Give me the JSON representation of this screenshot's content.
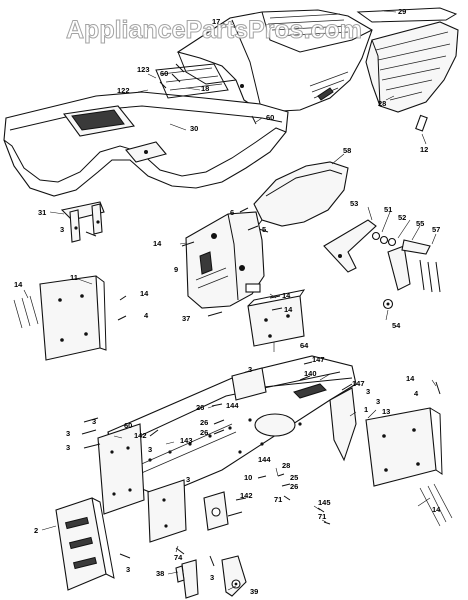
{
  "watermark": "AppliancePartsPros.com",
  "callouts": [
    {
      "label": "17"
    },
    {
      "label": "29"
    },
    {
      "label": "123"
    },
    {
      "label": "60"
    },
    {
      "label": "122"
    },
    {
      "label": "18"
    },
    {
      "label": "28"
    },
    {
      "label": "30"
    },
    {
      "label": "60"
    },
    {
      "label": "12"
    },
    {
      "label": "58"
    },
    {
      "label": "31"
    },
    {
      "label": "3"
    },
    {
      "label": "6"
    },
    {
      "label": "5"
    },
    {
      "label": "14"
    },
    {
      "label": "9"
    },
    {
      "label": "53"
    },
    {
      "label": "51"
    },
    {
      "label": "52"
    },
    {
      "label": "55"
    },
    {
      "label": "57"
    },
    {
      "label": "11"
    },
    {
      "label": "14"
    },
    {
      "label": "14"
    },
    {
      "label": "4"
    },
    {
      "label": "14"
    },
    {
      "label": "37"
    },
    {
      "label": "14"
    },
    {
      "label": "64"
    },
    {
      "label": "54"
    },
    {
      "label": "147"
    },
    {
      "label": "3"
    },
    {
      "label": "140"
    },
    {
      "label": "147"
    },
    {
      "label": "3"
    },
    {
      "label": "14"
    },
    {
      "label": "4"
    },
    {
      "label": "3"
    },
    {
      "label": "26"
    },
    {
      "label": "144"
    },
    {
      "label": "26"
    },
    {
      "label": "26"
    },
    {
      "label": "1"
    },
    {
      "label": "13"
    },
    {
      "label": "3"
    },
    {
      "label": "60"
    },
    {
      "label": "3"
    },
    {
      "label": "142"
    },
    {
      "label": "143"
    },
    {
      "label": "3"
    },
    {
      "label": "3"
    },
    {
      "label": "144"
    },
    {
      "label": "28"
    },
    {
      "label": "10"
    },
    {
      "label": "25"
    },
    {
      "label": "26"
    },
    {
      "label": "3"
    },
    {
      "label": "142"
    },
    {
      "label": "71"
    },
    {
      "label": "145"
    },
    {
      "label": "71"
    },
    {
      "label": "14"
    },
    {
      "label": "2"
    },
    {
      "label": "74"
    },
    {
      "label": "3"
    },
    {
      "label": "3"
    },
    {
      "label": "38"
    },
    {
      "label": "39"
    }
  ]
}
